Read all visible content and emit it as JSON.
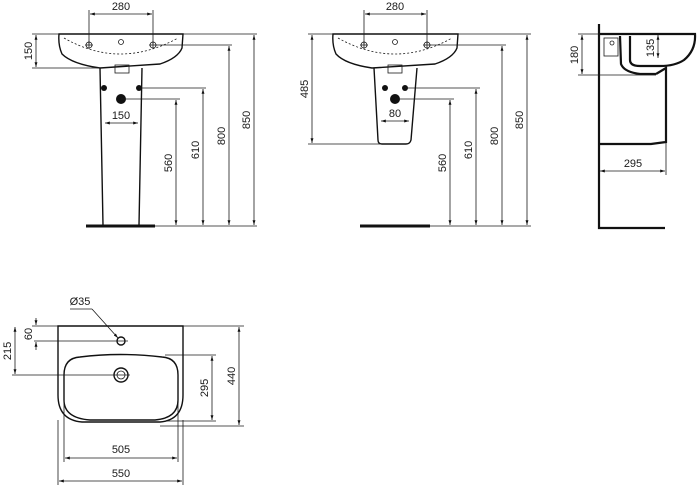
{
  "drawing": {
    "front_pedestal": {
      "tap_hole_spacing": "280",
      "basin_height": "150",
      "supply_spacing": "150",
      "waste_height": "560",
      "supply_height": "610",
      "rim_height_tap": "800",
      "rim_height": "850"
    },
    "front_semi_pedestal": {
      "tap_hole_spacing": "280",
      "semi_pedestal_height": "485",
      "supply_spacing": "80",
      "waste_height": "560",
      "supply_height": "610",
      "rim_height_tap": "800",
      "rim_height": "850"
    },
    "side_view": {
      "fixing_height": "180",
      "bowl_depth": "135",
      "projection": "295"
    },
    "plan_view": {
      "tap_hole_diameter": "Ø35",
      "tap_hole_offset": "60",
      "waste_offset": "215",
      "bowl_depth": "295",
      "overall_depth": "440",
      "bowl_width": "505",
      "overall_width": "550"
    }
  }
}
